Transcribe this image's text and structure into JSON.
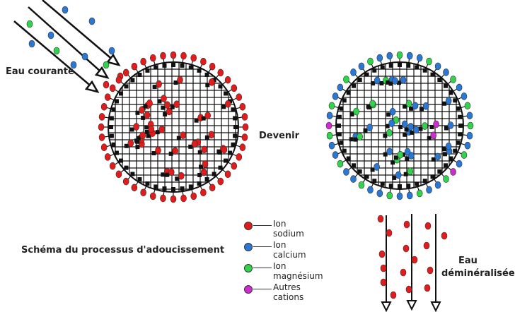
{
  "labels": {
    "input_water": "Eau courante",
    "transition": "Devenir",
    "caption": "Schéma du processus d'adoucissement",
    "output_water_line1": "Eau",
    "output_water_line2": "déminéralisée"
  },
  "legend": [
    {
      "text": "Ion sodium",
      "color": "#e31b1b"
    },
    {
      "text": "Ion calcium",
      "color": "#2a78d6"
    },
    {
      "text": "Ion magnésium",
      "color": "#2fd44a"
    },
    {
      "text": "Autres cations",
      "color": "#d12ad1"
    }
  ],
  "colors": {
    "sodium": "#e31b1b",
    "calcium": "#2a78d6",
    "magnesium": "#2fd44a",
    "other": "#d12ad1",
    "resin": "#111111"
  }
}
